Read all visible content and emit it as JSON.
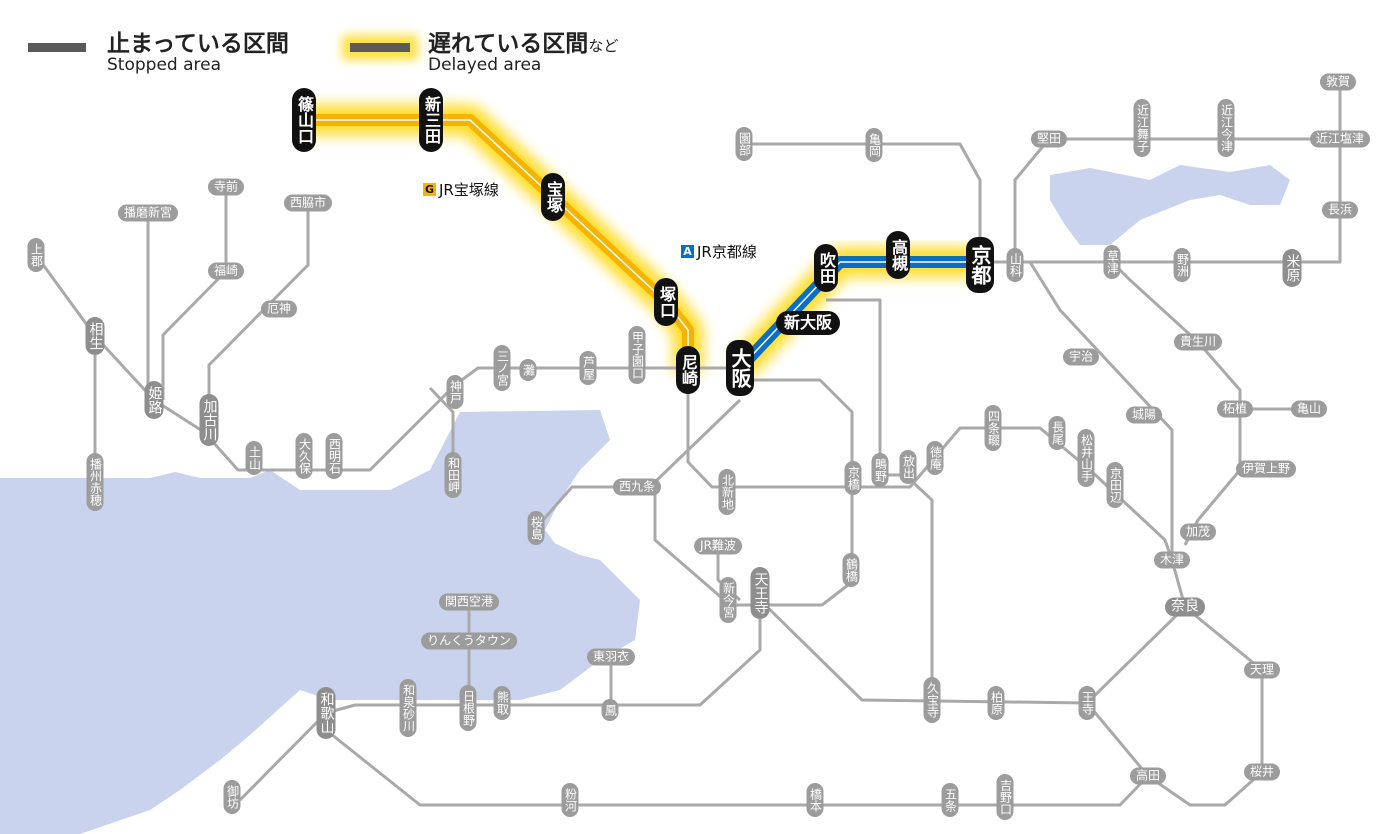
{
  "legend": {
    "stopped_ja": "止まっている区間",
    "stopped_en": "Stopped area",
    "delayed_ja": "遅れている区間",
    "delayed_suffix": "など",
    "delayed_en": "Delayed area"
  },
  "lines": [
    {
      "badge": "G",
      "name": "JR宝塚線",
      "color": "#f5b400",
      "status": "delayed"
    },
    {
      "badge": "A",
      "name": "JR京都線",
      "color": "#0a6fc2",
      "status": "delayed"
    }
  ],
  "colors": {
    "water": "#c9d3ee",
    "track": "#a9a9a9",
    "glow": "#ffd600",
    "station": "#9c9c9c",
    "active_station": "#111111"
  },
  "stations": [
    {
      "name": "篠山口",
      "active": true
    },
    {
      "name": "新三田",
      "active": true
    },
    {
      "name": "宝塚",
      "active": true
    },
    {
      "name": "塚口",
      "active": true
    },
    {
      "name": "尼崎",
      "active": true
    },
    {
      "name": "大阪",
      "active": true
    },
    {
      "name": "新大阪",
      "active": true
    },
    {
      "name": "吹田",
      "active": true
    },
    {
      "name": "高槻",
      "active": true
    },
    {
      "name": "京都",
      "active": true
    },
    {
      "name": "園部"
    },
    {
      "name": "亀岡"
    },
    {
      "name": "山科"
    },
    {
      "name": "堅田"
    },
    {
      "name": "近江舞子"
    },
    {
      "name": "近江今津"
    },
    {
      "name": "敦賀"
    },
    {
      "name": "近江塩津"
    },
    {
      "name": "長浜"
    },
    {
      "name": "米原"
    },
    {
      "name": "草津"
    },
    {
      "name": "野洲"
    },
    {
      "name": "宇治"
    },
    {
      "name": "貴生川"
    },
    {
      "name": "柘植"
    },
    {
      "name": "亀山"
    },
    {
      "name": "城陽"
    },
    {
      "name": "伊賀上野"
    },
    {
      "name": "四条畷"
    },
    {
      "name": "長尾"
    },
    {
      "name": "松井山手"
    },
    {
      "name": "京田辺"
    },
    {
      "name": "徳庵"
    },
    {
      "name": "放出"
    },
    {
      "name": "鴫野"
    },
    {
      "name": "京橋"
    },
    {
      "name": "加茂"
    },
    {
      "name": "木津"
    },
    {
      "name": "奈良"
    },
    {
      "name": "天理"
    },
    {
      "name": "王寺"
    },
    {
      "name": "柏原"
    },
    {
      "name": "久宝寺"
    },
    {
      "name": "高田"
    },
    {
      "name": "桜井"
    },
    {
      "name": "吉野口"
    },
    {
      "name": "五条"
    },
    {
      "name": "橋本"
    },
    {
      "name": "粉河"
    },
    {
      "name": "和歌山"
    },
    {
      "name": "御坊"
    },
    {
      "name": "和泉砂川"
    },
    {
      "name": "日根野"
    },
    {
      "name": "熊取"
    },
    {
      "name": "鳳"
    },
    {
      "name": "東羽衣"
    },
    {
      "name": "りんくうタウン"
    },
    {
      "name": "関西空港"
    },
    {
      "name": "天王寺"
    },
    {
      "name": "新今宮"
    },
    {
      "name": "JR難波"
    },
    {
      "name": "鶴橋"
    },
    {
      "name": "北新地"
    },
    {
      "name": "西九条"
    },
    {
      "name": "桜島"
    },
    {
      "name": "甲子園口"
    },
    {
      "name": "芦屋"
    },
    {
      "name": "灘"
    },
    {
      "name": "三ノ宮"
    },
    {
      "name": "神戸"
    },
    {
      "name": "和田岬"
    },
    {
      "name": "西明石"
    },
    {
      "name": "大久保"
    },
    {
      "name": "土山"
    },
    {
      "name": "加古川"
    },
    {
      "name": "姫路"
    },
    {
      "name": "相生"
    },
    {
      "name": "播州赤穂"
    },
    {
      "name": "上郡"
    },
    {
      "name": "播磨新宮"
    },
    {
      "name": "寺前"
    },
    {
      "name": "福崎"
    },
    {
      "name": "西脇市"
    },
    {
      "name": "厄神"
    }
  ]
}
